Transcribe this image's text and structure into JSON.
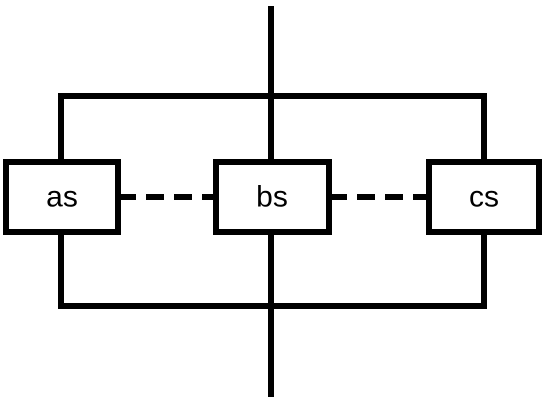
{
  "diagram": {
    "nodes": [
      {
        "id": "as",
        "label": "as"
      },
      {
        "id": "bs",
        "label": "bs"
      },
      {
        "id": "cs",
        "label": "cs"
      }
    ],
    "edges": [
      {
        "from": "as",
        "to": "bs",
        "style": "dashed"
      },
      {
        "from": "bs",
        "to": "cs",
        "style": "dashed"
      }
    ],
    "colors": {
      "stroke": "#000000",
      "fill": "#ffffff"
    }
  }
}
